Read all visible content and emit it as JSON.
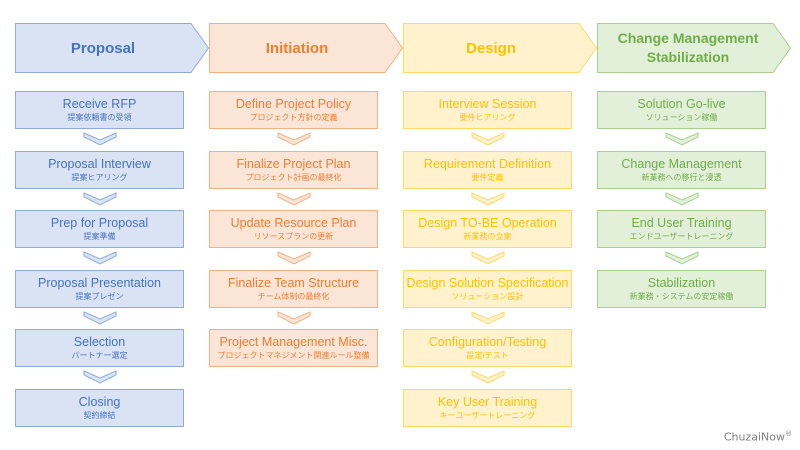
{
  "columns": [
    {
      "title": "Proposal",
      "colors": {
        "fill": "#dae3f3",
        "stroke": "#8faadc",
        "text": "#4472c4"
      },
      "steps": [
        {
          "title": "Receive RFP",
          "sub": "提案依頼書の受領"
        },
        {
          "title": "Proposal Interview",
          "sub": "提案ヒアリング"
        },
        {
          "title": "Prep for Proposal",
          "sub": "提案準備"
        },
        {
          "title": "Proposal Presentation",
          "sub": "提案プレゼン"
        },
        {
          "title": "Selection",
          "sub": "パートナー選定"
        },
        {
          "title": "Closing",
          "sub": "契約締結"
        }
      ]
    },
    {
      "title": "Initiation",
      "colors": {
        "fill": "#fbe5d6",
        "stroke": "#f4b183",
        "text": "#ed7d31"
      },
      "steps": [
        {
          "title": "Define Project Policy",
          "sub": "プロジェクト方針の定義"
        },
        {
          "title": "Finalize Project Plan",
          "sub": "プロジェクト計画の最終化"
        },
        {
          "title": "Update Resource Plan",
          "sub": "リソースプランの更新"
        },
        {
          "title": "Finalize Team Structure",
          "sub": "チーム体制の最終化"
        },
        {
          "title": "Project Management Misc.",
          "sub": "プロジェクトマネジメント関連ルール整備"
        }
      ]
    },
    {
      "title": "Design",
      "colors": {
        "fill": "#fff2cc",
        "stroke": "#ffd966",
        "text": "#ffc000"
      },
      "steps": [
        {
          "title": "Interview Session",
          "sub": "要件ヒアリング"
        },
        {
          "title": "Requirement Definition",
          "sub": "要件定義"
        },
        {
          "title": "Design TO-BE Operation",
          "sub": "新業務の立案"
        },
        {
          "title": "Design Solution Specification",
          "sub": "ソリューション設計"
        },
        {
          "title": "Configuration/Testing",
          "sub": "設定/テスト"
        },
        {
          "title": "Key User Training",
          "sub": "キーユーザートレーニング"
        }
      ]
    },
    {
      "title": "Change Management Stabilization",
      "colors": {
        "fill": "#e2f0d9",
        "stroke": "#a9d18e",
        "text": "#70ad47"
      },
      "steps": [
        {
          "title": "Solution Go-live",
          "sub": "ソリューション稼働"
        },
        {
          "title": "Change Management",
          "sub": "新業務への移行と浸透"
        },
        {
          "title": "End User Training",
          "sub": "エンドユーザートレーニング"
        },
        {
          "title": "Stabilization",
          "sub": "新業務・システムの安定稼働"
        }
      ]
    }
  ],
  "brand": {
    "name": "ChuzaiNow",
    "mark": "®"
  }
}
